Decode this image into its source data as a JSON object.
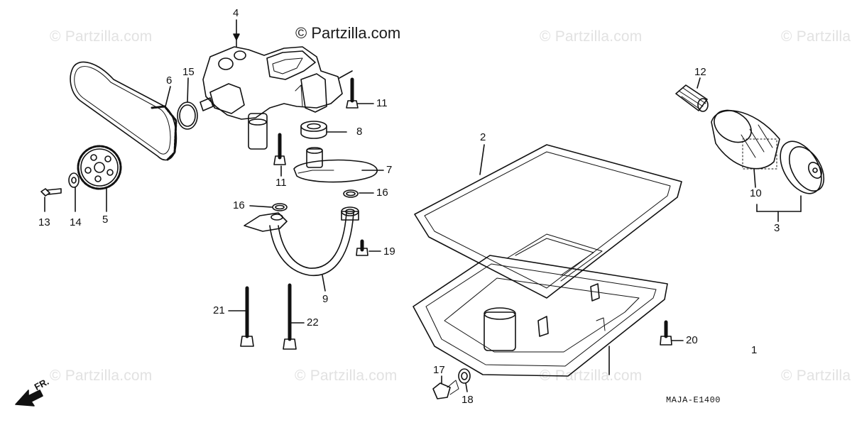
{
  "watermark": {
    "text": "© Partzilla.com"
  },
  "main_watermark": "© Partzilla.com",
  "diagram_code": "MAJA-E1400",
  "direction_label": "FR.",
  "callouts": [
    {
      "id": "c1",
      "text": "1"
    },
    {
      "id": "c2",
      "text": "2"
    },
    {
      "id": "c3",
      "text": "3"
    },
    {
      "id": "c4",
      "text": "4"
    },
    {
      "id": "c5",
      "text": "5"
    },
    {
      "id": "c6",
      "text": "6"
    },
    {
      "id": "c7",
      "text": "7"
    },
    {
      "id": "c8",
      "text": "8"
    },
    {
      "id": "c9",
      "text": "9"
    },
    {
      "id": "c10",
      "text": "10"
    },
    {
      "id": "c11a",
      "text": "11"
    },
    {
      "id": "c11b",
      "text": "11"
    },
    {
      "id": "c12",
      "text": "12"
    },
    {
      "id": "c13",
      "text": "13"
    },
    {
      "id": "c14",
      "text": "14"
    },
    {
      "id": "c15",
      "text": "15"
    },
    {
      "id": "c16a",
      "text": "16"
    },
    {
      "id": "c16b",
      "text": "16"
    },
    {
      "id": "c17",
      "text": "17"
    },
    {
      "id": "c18",
      "text": "18"
    },
    {
      "id": "c19",
      "text": "19"
    },
    {
      "id": "c20",
      "text": "20"
    },
    {
      "id": "c21",
      "text": "21"
    },
    {
      "id": "c22",
      "text": "22"
    }
  ]
}
